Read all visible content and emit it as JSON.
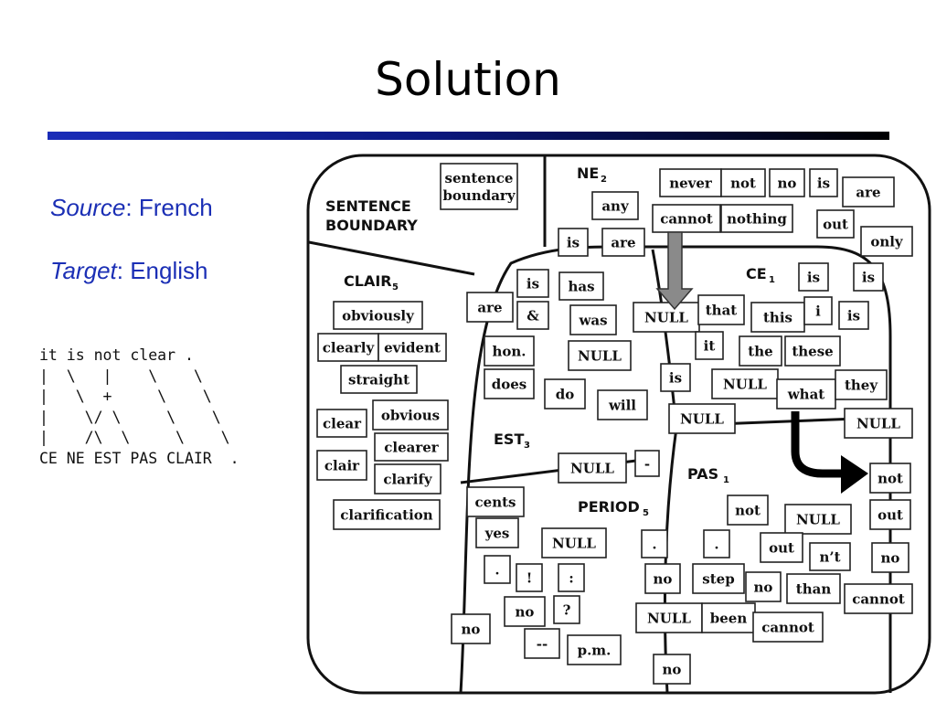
{
  "slide": {
    "title": "Solution",
    "source_label": "Source",
    "source_value": ": French",
    "target_label": "Target",
    "target_value": ": English",
    "alignment": {
      "lines": [
        "it is not clear .",
        "|  \\   |    \\    \\",
        "|   \\  +     \\    \\",
        "|    \\/ \\     \\    \\",
        "|    /\\  \\     \\    \\",
        "CE NE EST PAS CLAIR  ."
      ]
    }
  },
  "diagram": {
    "regions": {
      "sentence_boundary_1": "SENTENCE",
      "sentence_boundary_2": "BOUNDARY",
      "ne": "NE",
      "ne_sub": "2",
      "clair": "CLAIR",
      "clair_sub": "5",
      "ce": "CE",
      "ce_sub": "1",
      "est": "EST",
      "est_sub": "3",
      "pas": "PAS",
      "pas_sub": "1",
      "period": "PERIOD",
      "period_sub": "5"
    },
    "words": {
      "sb_line1": "sentence",
      "sb_line2": "boundary",
      "ne_any": "any",
      "ne_never": "never",
      "ne_not": "not",
      "ne_no": "no",
      "ne_is": "is",
      "ne_are": "are",
      "ne_cannot": "cannot",
      "ne_nothing": "nothing",
      "ne_out": "out",
      "ne_only": "only",
      "ne_is2": "is",
      "ne_are2": "are",
      "cl_obviously": "obviously",
      "cl_clearly": "clearly",
      "cl_evident": "evident",
      "cl_straight": "straight",
      "cl_clear": "clear",
      "cl_obvious": "obvious",
      "cl_clearer": "clearer",
      "cl_clair": "clair",
      "cl_clarify": "clarify",
      "cl_clarification": "clarification",
      "est_is": "is",
      "est_has": "has",
      "est_are": "are",
      "est_amp": "&",
      "est_was": "was",
      "est_hon": "hon.",
      "est_null": "NULL",
      "est_does": "does",
      "est_do": "do",
      "est_will": "will",
      "est_null2": "NULL",
      "ce_null": "NULL",
      "ce_that": "that",
      "ce_this": "this",
      "ce_i": "i",
      "ce_is": "is",
      "ce_is2": "is",
      "ce_is3": "is",
      "ce_it": "it",
      "ce_the": "the",
      "ce_these": "these",
      "mid_is": "is",
      "ce_null2": "NULL",
      "ce_what": "what",
      "ce_they": "they",
      "mid_null": "NULL",
      "right_null": "NULL",
      "mid_dot": "-",
      "per_cents": "cents",
      "per_yes": "yes",
      "per_null": "NULL",
      "per_dot": ".",
      "per_excl": "!",
      "per_colon": ":",
      "per_no": "no",
      "per_q": "?",
      "per_no2": "no",
      "per_dash": "--",
      "per_pm": "p.m.",
      "pas_not": "not",
      "pas_null": "NULL",
      "pas_dot": ".",
      "pas_dot2": ".",
      "pas_out": "out",
      "pas_nt": "n’t",
      "pas_no": "no",
      "pas_step": "step",
      "pas_no2": "no",
      "pas_than": "than",
      "pas_null2": "NULL",
      "pas_been": "been",
      "pas_cannot": "cannot",
      "pas_no3": "no",
      "r_not": "not",
      "r_out": "out",
      "r_no": "no",
      "r_cannot": "cannot"
    }
  }
}
